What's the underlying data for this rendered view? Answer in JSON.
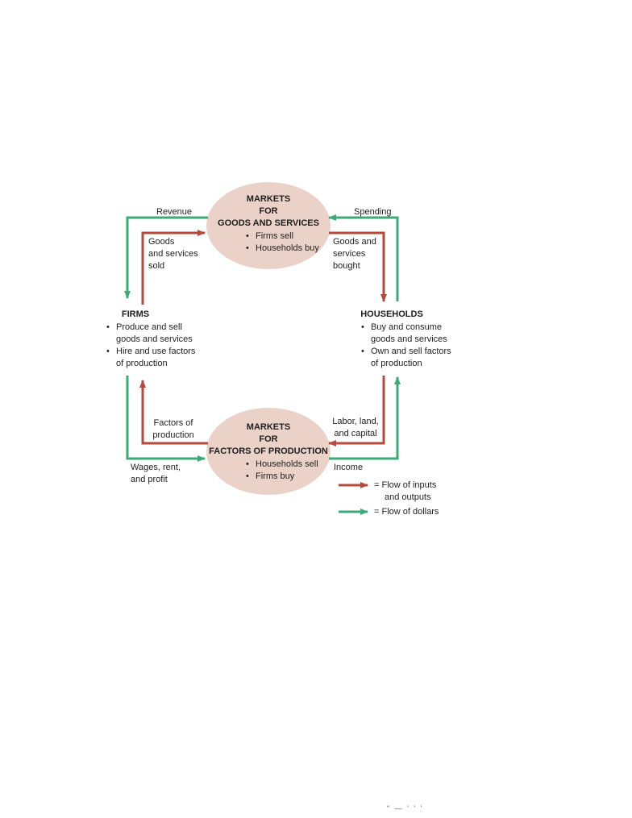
{
  "colors": {
    "inputs": "#b34a3c",
    "dollars": "#3aaa78",
    "ellipse": "#ebd2c8"
  },
  "goods_market": {
    "title": [
      "MARKETS",
      "FOR",
      "GOODS AND SERVICES"
    ],
    "bullets": [
      "Firms sell",
      "Households buy"
    ]
  },
  "factor_market": {
    "title": [
      "MARKETS",
      "FOR",
      "FACTORS OF PRODUCTION"
    ],
    "bullets": [
      "Households sell",
      "Firms buy"
    ]
  },
  "firms": {
    "title": "FIRMS",
    "bullets": [
      {
        "lines": [
          "Produce and sell",
          "goods and services"
        ]
      },
      {
        "lines": [
          "Hire and use factors",
          "of production"
        ]
      }
    ]
  },
  "households": {
    "title": "HOUSEHOLDS",
    "bullets": [
      {
        "lines": [
          "Buy and consume",
          "goods and services"
        ]
      },
      {
        "lines": [
          "Own and sell factors",
          "of production"
        ]
      }
    ]
  },
  "flows": {
    "revenue": "Revenue",
    "spending": "Spending",
    "goods_sold": [
      "Goods",
      "and services",
      "sold"
    ],
    "goods_bought": [
      "Goods and",
      "services",
      "bought"
    ],
    "factors": [
      "Factors of",
      "production"
    ],
    "labor": [
      "Labor, land,",
      "and capital"
    ],
    "wages": [
      "Wages, rent,",
      "and profit"
    ],
    "income": "Income"
  },
  "legend": {
    "inputs": [
      "= Flow of inputs",
      "and outputs"
    ],
    "dollars": "= Flow of dollars"
  },
  "footer_text": "“ — ’ ’ ’"
}
